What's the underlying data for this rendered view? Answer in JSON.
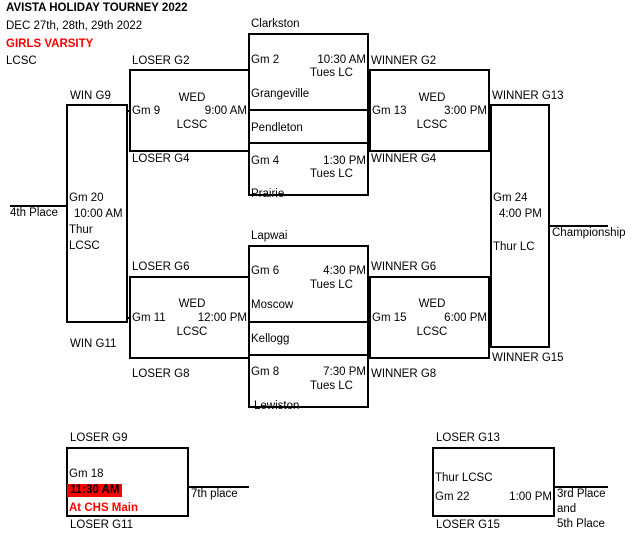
{
  "header": {
    "title": "AVISTA HOLIDAY TOURNEY  2022",
    "dates": "DEC 27th, 28th, 29th 2022",
    "division": "GIRLS VARSITY",
    "venue": "LCSC",
    "division_color": "#ff0000"
  },
  "round1": {
    "label_clarkston": "Clarkston",
    "game2": {
      "id": "Gm 2",
      "time": "10:30 AM",
      "site": "Tues LC"
    },
    "team_grangeville": "Grangeville",
    "team_pendleton": "Pendleton",
    "game4": {
      "id": "Gm 4",
      "time": "1:30 PM",
      "site": "Tues LC"
    },
    "team_prairie": "Prairie",
    "label_lapwai": "Lapwai",
    "game6": {
      "id": "Gm 6",
      "time": "4:30 PM",
      "site": "Tues LC"
    },
    "team_moscow": "Moscow",
    "team_kellogg": "Kellogg",
    "game8": {
      "id": "Gm 8",
      "time": "7:30 PM",
      "site": "Tues LC"
    },
    "team_lewiston": "Lewiston"
  },
  "losers_bracket": {
    "feed_loser_g2": "LOSER G2",
    "feed_loser_g4": "LOSER G4",
    "feed_loser_g6": "LOSER G6",
    "feed_loser_g8": "LOSER G8",
    "game9": {
      "id": "Gm 9",
      "day": "WED",
      "time": "9:00 AM",
      "site": "LCSC"
    },
    "game11": {
      "id": "Gm 11",
      "day": "WED",
      "time": "12:00 PM",
      "site": "LCSC"
    }
  },
  "winners_bracket": {
    "feed_winner_g2": "WINNER G2",
    "feed_winner_g4": "WINNER G4",
    "feed_winner_g6": "WINNER G6",
    "feed_winner_g8": "WINNER G8",
    "game13": {
      "id": "Gm 13",
      "day": "WED",
      "time": "3:00 PM",
      "site": "LCSC"
    },
    "game15": {
      "id": "Gm 15",
      "day": "WED",
      "time": "6:00 PM",
      "site": "LCSC"
    }
  },
  "final": {
    "feed_winner_g13": "WINNER G13",
    "feed_winner_g15": "WINNER G15",
    "game24": {
      "id": "Gm 24",
      "time": "4:00 PM",
      "site": "Thur LC"
    },
    "outcome": "Championship"
  },
  "fourth_place": {
    "feed_win_g9": "WIN G9",
    "feed_win_g11": "WIN G11",
    "game20": {
      "id": "Gm 20",
      "time": "10:00 AM",
      "day": "Thur",
      "site": "LCSC"
    },
    "outcome": "4th Place"
  },
  "seventh_place": {
    "feed_loser_g9": "LOSER G9",
    "feed_loser_g11": "LOSER G11",
    "game18": {
      "id": "Gm 18",
      "time": "11:30 AM",
      "site": "At CHS Main"
    },
    "outcome": "7th place"
  },
  "third_fifth_place": {
    "feed_loser_g13": "LOSER G13",
    "feed_loser_g15": "LOSER G15",
    "game22": {
      "id": "Gm 22",
      "site": "Thur LCSC",
      "time": "1:00 PM"
    },
    "outcome_line1": "3rd Place",
    "outcome_line2": "and",
    "outcome_line3": "5th Place"
  }
}
